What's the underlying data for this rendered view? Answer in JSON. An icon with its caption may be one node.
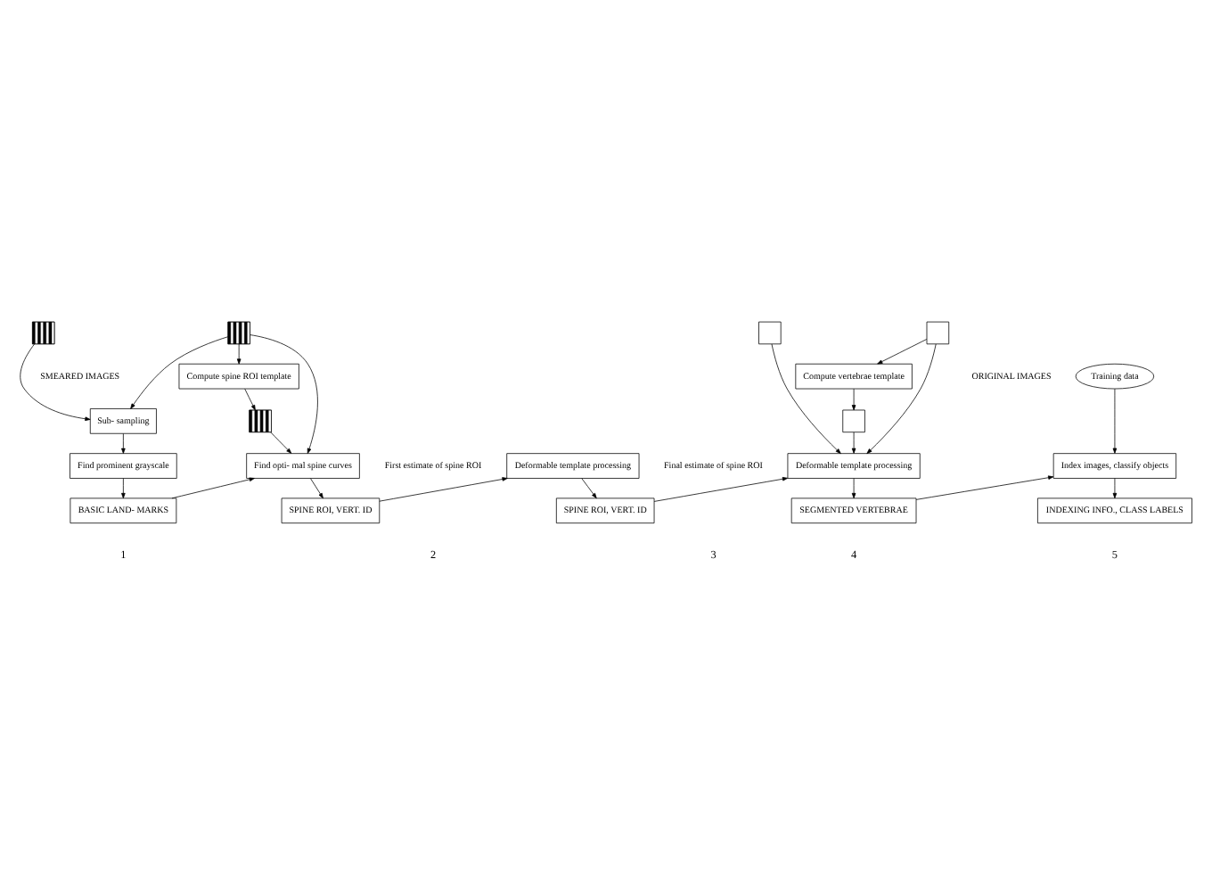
{
  "diagram": {
    "nodes": [
      {
        "text": [],
        "shape": "picture"
      },
      {
        "text": [],
        "shape": "picture"
      },
      {
        "text": [
          "Sub- sampling"
        ]
      },
      {
        "text": [
          "Compute spine ROI template"
        ]
      },
      {
        "text": [],
        "shape": "picture"
      },
      {
        "text": [
          "Find prominent grayscale"
        ]
      },
      {
        "text": [
          "BASIC LAND- MARKS"
        ]
      },
      {
        "text": [
          "Find opti- mal spine curves"
        ]
      },
      {
        "text": [
          "SPINE ROI, VERT. ID"
        ]
      },
      {
        "text": [
          "Deformable template processing"
        ]
      },
      {
        "text": [
          "SPINE ROI, VERT. ID"
        ]
      },
      {
        "text": [
          "Compute vertebrae template"
        ]
      },
      {
        "text": [],
        "shape": "box"
      },
      {
        "text": [],
        "shape": "box"
      },
      {
        "text": [],
        "shape": "box"
      },
      {
        "text": [
          "Deformable template processing"
        ]
      },
      {
        "text": [
          "SEGMENTED VERTEBRAE"
        ]
      },
      {
        "text": [
          "Training data"
        ]
      },
      {
        "text": [
          "Index images, classify objects"
        ]
      },
      {
        "text": [
          "INDEXING INFO., CLASS LABELS"
        ]
      }
    ],
    "edges": [
      {
        "from": 0,
        "to": 2,
        "arrow": "to"
      },
      {
        "from": 1,
        "to": 2,
        "arrow": "to"
      },
      {
        "from": 1,
        "to": 3,
        "arrow": "to"
      },
      {
        "from": 1,
        "to": 7,
        "arrow": "to"
      },
      {
        "from": 3,
        "to": 4,
        "arrow": "to"
      },
      {
        "from": 4,
        "to": 7,
        "arrow": "to"
      },
      {
        "from": 2,
        "to": 5,
        "arrow": "to"
      },
      {
        "from": 5,
        "to": 6,
        "arrow": "to"
      },
      {
        "from": 6,
        "to": 7,
        "arrow": "to"
      },
      {
        "from": 7,
        "to": 8,
        "arrow": "to"
      },
      {
        "from": 8,
        "to": 9,
        "arrow": "to"
      },
      {
        "from": 9,
        "to": 10,
        "arrow": "to"
      },
      {
        "from": 12,
        "to": 11,
        "arrow": "to"
      },
      {
        "from": 11,
        "to": 14,
        "arrow": "to"
      },
      {
        "from": 14,
        "to": 15,
        "arrow": "to"
      },
      {
        "from": 12,
        "to": 15,
        "arrow": "to"
      },
      {
        "from": 13,
        "to": 15,
        "arrow": "to"
      },
      {
        "from": 10,
        "to": 15,
        "arrow": "to"
      },
      {
        "from": 15,
        "to": 16,
        "arrow": "to"
      },
      {
        "from": 16,
        "to": 18,
        "arrow": "to"
      },
      {
        "from": 17,
        "to": 18,
        "arrow": "to"
      },
      {
        "from": 18,
        "to": 19,
        "arrow": "to"
      }
    ],
    "labels": [
      "SMEARED IMAGES",
      "ORIGINAL IMAGES",
      "First estimate of spine ROI",
      "Final estimate of spine ROI",
      "1",
      "2",
      "3",
      "4",
      "5"
    ]
  }
}
